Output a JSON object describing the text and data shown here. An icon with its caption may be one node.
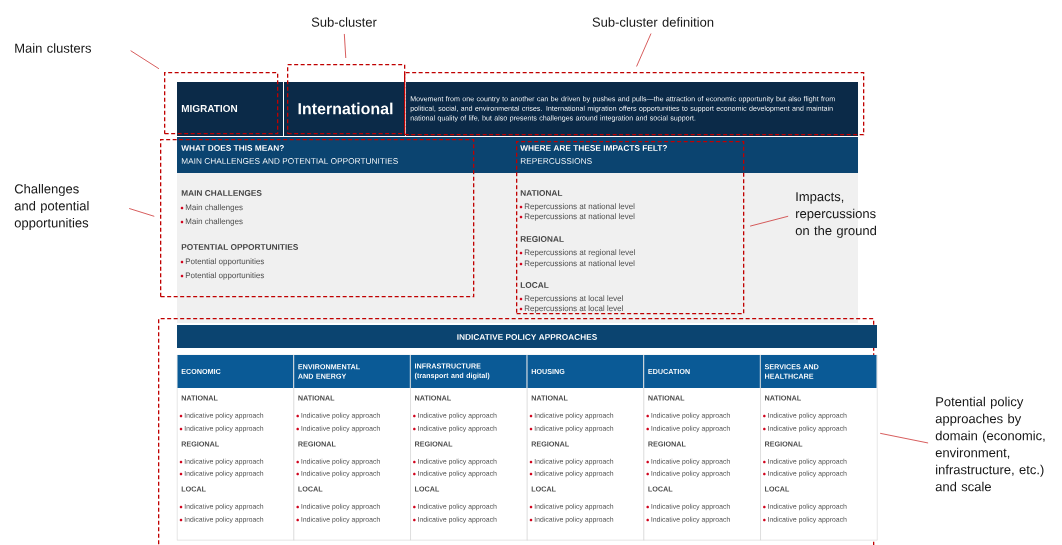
{
  "diagram": {
    "nodes": [
      {
        "text": [
          "Main clusters"
        ]
      },
      {
        "text": [
          "Sub-cluster"
        ]
      },
      {
        "text": [
          "Sub-cluster definition"
        ]
      },
      {
        "text": [
          "Challenges and potential opportunities"
        ]
      },
      {
        "text": [
          "Impacts, repercussions on the ground"
        ]
      },
      {
        "text": [
          "Potential policy approaches by domain (economic, environment, infrastructure, etc.) and scale"
        ]
      },
      {
        "text": [
          "MIGRATION"
        ]
      },
      {
        "text": [
          "International"
        ]
      },
      {
        "text": [
          "Movement from one country to another can be driven by pushes and pulls—the attraction of economic opportunity but also flight from political, social, and environmental crises. International migration offers opportunities to support economic development and maintain national quality of life, but also presents challenges around integration and social support."
        ]
      },
      {
        "text": [
          "WHAT DOES THIS MEAN?",
          "MAIN CHALLENGES AND POTENTIAL OPPORTUNITIES",
          "MAIN CHALLENGES",
          "Main challenges",
          "Main challenges",
          "POTENTIAL OPPORTUNITIES",
          "Potential opportunities",
          "Potential opportunities"
        ]
      },
      {
        "text": [
          "WHERE ARE THESE IMPACTS FELT?",
          "REPERCUSSIONS",
          "NATIONAL",
          "Repercussions at national level",
          "Repercussions at national level",
          "REGIONAL",
          "Repercussions at regional level",
          "Repercussions at national level",
          "LOCAL",
          "Repercussions at local level",
          "Repercussions at local level"
        ]
      },
      {
        "text": [
          "INDICATIVE POLICY APPROACHES"
        ]
      },
      {
        "text": [
          "ECONOMIC",
          "NATIONAL",
          "Indicative policy approach",
          "Indicative policy approach",
          "REGIONAL",
          "Indicative policy approach",
          "Indicative policy approach",
          "LOCAL",
          "Indicative policy approach",
          "Indicative policy approach"
        ],
        "in": 11
      },
      {
        "text": [
          "ENVIRONMENTAL AND ENERGY",
          "NATIONAL",
          "Indicative policy approach",
          "Indicative policy approach",
          "REGIONAL",
          "Indicative policy approach",
          "Indicative policy approach",
          "LOCAL",
          "Indicative policy approach",
          "Indicative policy approach"
        ],
        "in": 11
      },
      {
        "text": [
          "INFRASTRUCTURE (transport and digital)",
          "NATIONAL",
          "Indicative policy approach",
          "Indicative policy approach",
          "REGIONAL",
          "Indicative policy approach",
          "Indicative policy approach",
          "LOCAL",
          "Indicative policy approach",
          "Indicative policy approach"
        ],
        "in": 11
      },
      {
        "text": [
          "HOUSING",
          "NATIONAL",
          "Indicative policy approach",
          "Indicative policy approach",
          "REGIONAL",
          "Indicative policy approach",
          "Indicative policy approach",
          "LOCAL",
          "Indicative policy approach",
          "Indicative policy approach"
        ],
        "in": 11
      },
      {
        "text": [
          "EDUCATION",
          "NATIONAL",
          "Indicative policy approach",
          "Indicative policy approach",
          "REGIONAL",
          "Indicative policy approach",
          "Indicative policy approach",
          "LOCAL",
          "Indicative policy approach",
          "Indicative policy approach"
        ],
        "in": 11
      },
      {
        "text": [
          "SERVICES AND HEALTHCARE",
          "NATIONAL",
          "Indicative policy approach",
          "Indicative policy approach",
          "REGIONAL",
          "Indicative policy approach",
          "Indicative policy approach",
          "LOCAL",
          "Indicative policy approach",
          "Indicative policy approach"
        ],
        "in": 11
      }
    ],
    "edges": [
      {
        "from": 0,
        "to": 6,
        "arrow": "none"
      },
      {
        "from": 1,
        "to": 7,
        "arrow": "none"
      },
      {
        "from": 2,
        "to": 8,
        "arrow": "none"
      },
      {
        "from": 3,
        "to": 9,
        "arrow": "none"
      },
      {
        "from": 4,
        "to": 10,
        "arrow": "none"
      },
      {
        "from": 5,
        "to": 11,
        "arrow": "none"
      }
    ]
  }
}
